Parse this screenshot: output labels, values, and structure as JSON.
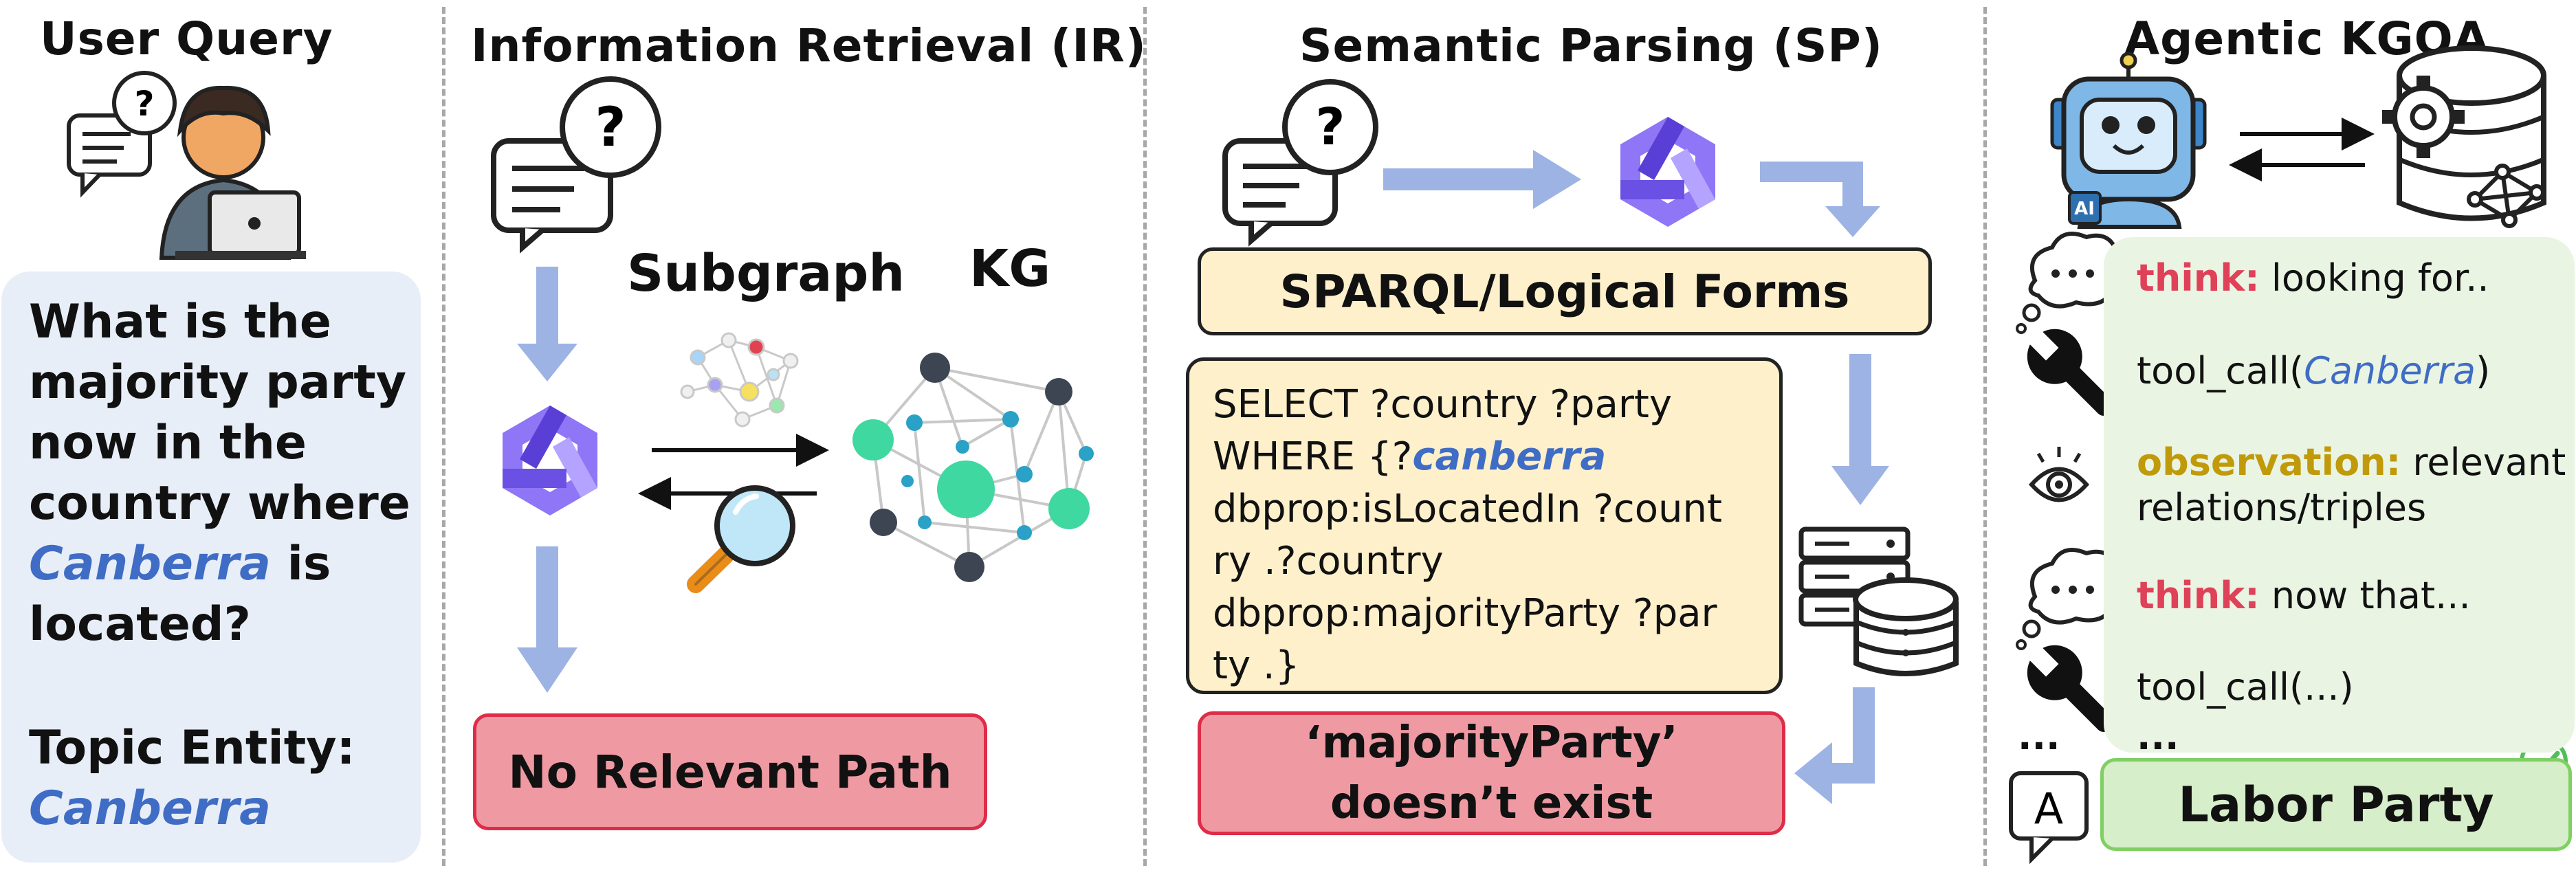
{
  "sections": {
    "user_query": "User Query",
    "ir": "Information Retrieval (IR)",
    "sp": "Semantic Parsing (SP)",
    "agentic": "Agentic KGQA"
  },
  "query": {
    "line1": "What is the",
    "line2": "majority party",
    "line3": "now in the",
    "line4": "country where",
    "entity_inline": "Canberra",
    "is": " is",
    "line6": "located?",
    "topic_label": "Topic Entity:",
    "topic_value": "Canberra"
  },
  "ir": {
    "subgraph_label": "Subgraph",
    "kg_label": "KG",
    "result": "No Relevant Path"
  },
  "sp": {
    "forms_label": "SPARQL/Logical Forms",
    "sparql": {
      "l1": "SELECT ?country ?party",
      "l2a": "WHERE {?",
      "l2b": "canberra",
      "l3": "dbprop:isLocatedIn ?count",
      "l4": "ry .?country",
      "l5": "dbprop:majorityParty ?par",
      "l6": "ty .}"
    },
    "result_l1": "‘majorityParty’",
    "result_l2": "doesn’t exist"
  },
  "agentic": {
    "robot_tag": "AI",
    "steps": {
      "s1_tag": "think:",
      "s1_text": " looking for..",
      "s2_a": "tool_call(",
      "s2_b": "Canberra",
      "s2_c": ")",
      "s3_tag": "observation:",
      "s3_text": " relevant",
      "s3_text2": "relations/triples",
      "s4_tag": "think:",
      "s4_text": " now that...",
      "s5": "tool_call(...)",
      "s6_left": "...",
      "s6": "..."
    },
    "answer_icon": "A",
    "answer": "Labor Party"
  },
  "colors": {
    "arrow": "#9db3e4",
    "red_fill": "#ef9aa3",
    "red_border": "#dd2d48",
    "yellow_fill": "#fdf0cb",
    "green_fill": "#d6eec9",
    "green_border": "#7fcf62",
    "entity_blue": "#3f6cc5",
    "think_red": "#df4158",
    "observation_gold": "#c19a0a",
    "llm_purple": "#7b5cf0",
    "kg_green": "#3fd8a0",
    "kg_teal": "#2aa1c7",
    "kg_dark": "#3d4553"
  },
  "icons": [
    "question-chat-icon",
    "user-laptop-icon",
    "llm-logo-icon",
    "knowledge-graph-icon",
    "subgraph-icon",
    "magnifier-icon",
    "database-server-icon",
    "robot-icon",
    "gear-database-icon",
    "thought-bubble-icon",
    "wrench-icon",
    "eye-icon",
    "answer-bubble-icon",
    "check-badge-icon"
  ]
}
